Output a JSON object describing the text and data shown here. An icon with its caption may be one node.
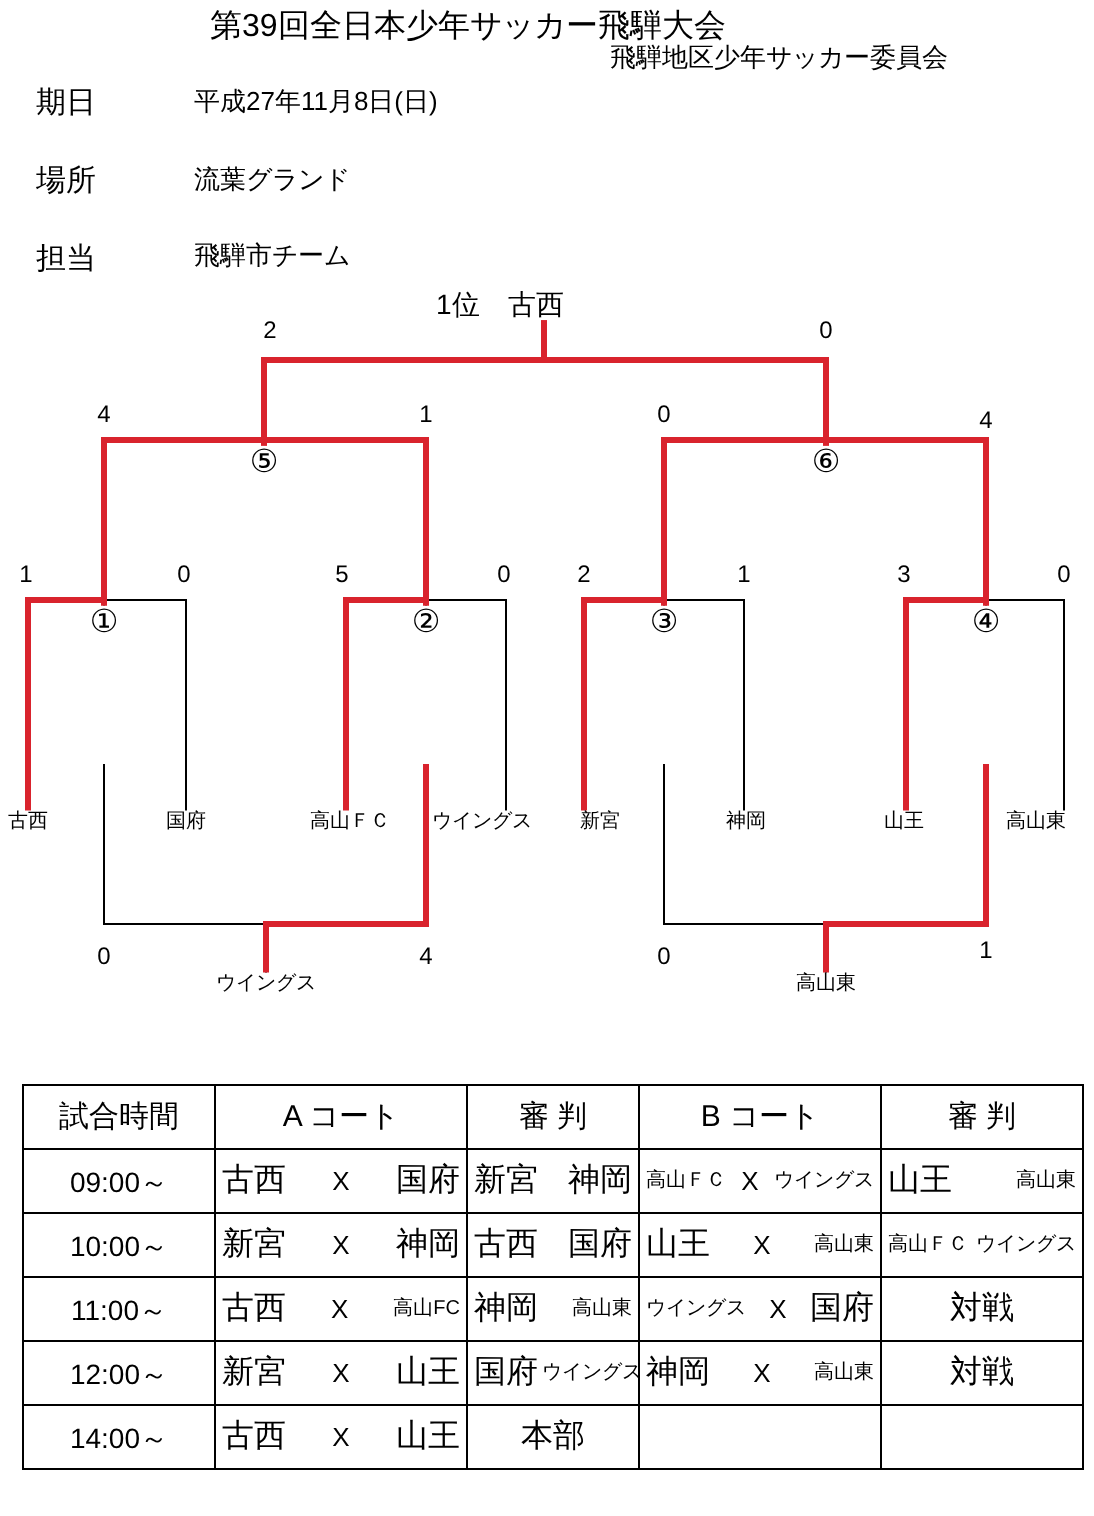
{
  "diagram": {
    "title": "第39回全日本少年サッカー飛騨大会",
    "nodes": [
      {
        "text": [
          "古西"
        ]
      },
      {
        "text": [
          "国府"
        ]
      },
      {
        "text": [
          "高山ＦＣ"
        ]
      },
      {
        "text": [
          "ウイングス"
        ]
      },
      {
        "text": [
          "新宮"
        ]
      },
      {
        "text": [
          "神岡"
        ]
      },
      {
        "text": [
          "山王"
        ]
      },
      {
        "text": [
          "高山東"
        ]
      },
      {
        "text": [
          "①"
        ]
      },
      {
        "text": [
          "②"
        ]
      },
      {
        "text": [
          "③"
        ]
      },
      {
        "text": [
          "④"
        ]
      },
      {
        "text": [
          "⑤"
        ]
      },
      {
        "text": [
          "⑥"
        ]
      },
      {
        "text": [
          "1位",
          "古西"
        ]
      },
      {
        "text": [
          "ウイングス"
        ]
      },
      {
        "text": [
          "高山東"
        ]
      }
    ],
    "edges": [
      {
        "from": 0,
        "to": 8,
        "arrow": "none"
      },
      {
        "from": 1,
        "to": 8,
        "arrow": "none",
        "color": "#000000"
      },
      {
        "from": 2,
        "to": 9,
        "arrow": "none"
      },
      {
        "from": 3,
        "to": 9,
        "arrow": "none",
        "color": "#000000"
      },
      {
        "from": 4,
        "to": 10,
        "arrow": "none"
      },
      {
        "from": 5,
        "to": 10,
        "arrow": "none",
        "color": "#000000"
      },
      {
        "from": 6,
        "to": 11,
        "arrow": "none"
      },
      {
        "from": 7,
        "to": 11,
        "arrow": "none",
        "color": "#000000"
      },
      {
        "from": 8,
        "to": 12,
        "arrow": "none"
      },
      {
        "from": 9,
        "to": 12,
        "arrow": "none"
      },
      {
        "from": 10,
        "to": 13,
        "arrow": "none"
      },
      {
        "from": 11,
        "to": 13,
        "arrow": "none"
      },
      {
        "from": 12,
        "to": 14,
        "arrow": "none"
      },
      {
        "from": 13,
        "to": 14,
        "arrow": "none"
      },
      {
        "from": null,
        "to": 15,
        "arrow": "none",
        "color": "#000000"
      },
      {
        "from": null,
        "to": 15,
        "arrow": "none"
      },
      {
        "from": null,
        "to": 16,
        "arrow": "none",
        "color": "#000000"
      },
      {
        "from": null,
        "to": 16,
        "arrow": "none"
      }
    ],
    "labels": [
      "飛騨地区少年サッカー委員会",
      "期日",
      "平成27年11月8日(日)",
      "場所",
      "流葉グランド",
      "担当",
      "飛騨市チーム",
      "2",
      "0",
      "4",
      "1",
      "0",
      "4",
      "1",
      "0",
      "5",
      "0",
      "2",
      "1",
      "3",
      "0",
      "0",
      "4",
      "0",
      "1",
      "試合時間",
      "A コート",
      "審 判",
      "B コート",
      "審 判",
      "09:00～",
      "古西",
      "X",
      "国府",
      "新宮",
      "神岡",
      "高山ＦＣ",
      "X",
      "ウイングス",
      "山王",
      "高山東",
      "10:00～",
      "新宮",
      "X",
      "神岡",
      "古西",
      "国府",
      "山王",
      "X",
      "高山東",
      "高山ＦＣ",
      "ウイングス",
      "11:00～",
      "古西",
      "X",
      "高山FC",
      "神岡",
      "高山東",
      "ウイングス",
      "X",
      "国府",
      "対戦",
      "12:00～",
      "新宮",
      "X",
      "山王",
      "国府",
      "ウイングス",
      "神岡",
      "X",
      "高山東",
      "対戦",
      "14:00～",
      "古西",
      "X",
      "山王",
      "本部"
    ]
  }
}
